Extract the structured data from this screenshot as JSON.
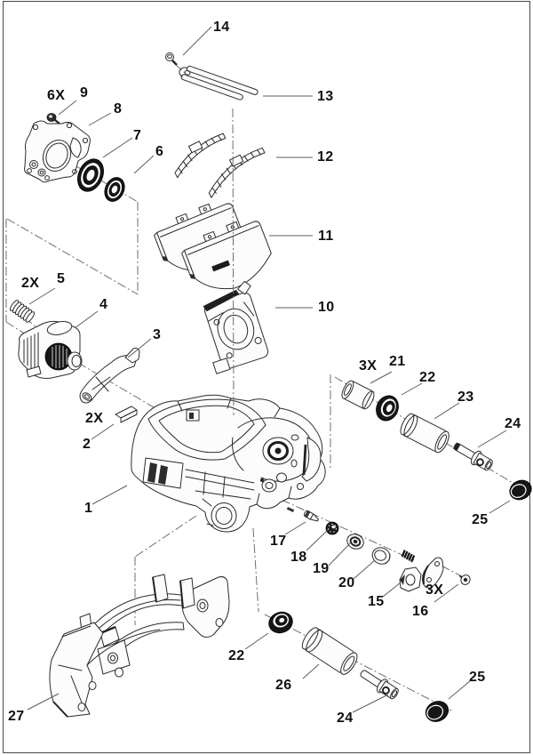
{
  "page": {
    "background": "#ffffff",
    "border_color": "#4a4a4a"
  },
  "diagram": {
    "type": "exploded-parts-diagram",
    "subject": "Disc brake caliper assembly exploded view",
    "style": {
      "line_color": "#2b2b2b",
      "leader_color": "#5d5d5d",
      "centerline_color": "#6e6e6e",
      "dark_part_color": "#161616"
    },
    "callouts": [
      {
        "text": "14"
      },
      {
        "text": "6X"
      },
      {
        "text": "9"
      },
      {
        "text": "8"
      },
      {
        "text": "13"
      },
      {
        "text": "7"
      },
      {
        "text": "6"
      },
      {
        "text": "12"
      },
      {
        "text": "11"
      },
      {
        "text": "2X"
      },
      {
        "text": "5"
      },
      {
        "text": "4"
      },
      {
        "text": "10"
      },
      {
        "text": "3"
      },
      {
        "text": "3X"
      },
      {
        "text": "21"
      },
      {
        "text": "22"
      },
      {
        "text": "23"
      },
      {
        "text": "2X"
      },
      {
        "text": "2"
      },
      {
        "text": "24"
      },
      {
        "text": "1"
      },
      {
        "text": "25"
      },
      {
        "text": "17"
      },
      {
        "text": "18"
      },
      {
        "text": "19"
      },
      {
        "text": "20"
      },
      {
        "text": "3X"
      },
      {
        "text": "15"
      },
      {
        "text": "16"
      },
      {
        "text": "22"
      },
      {
        "text": "26"
      },
      {
        "text": "25"
      },
      {
        "text": "24"
      },
      {
        "text": "27"
      }
    ]
  }
}
